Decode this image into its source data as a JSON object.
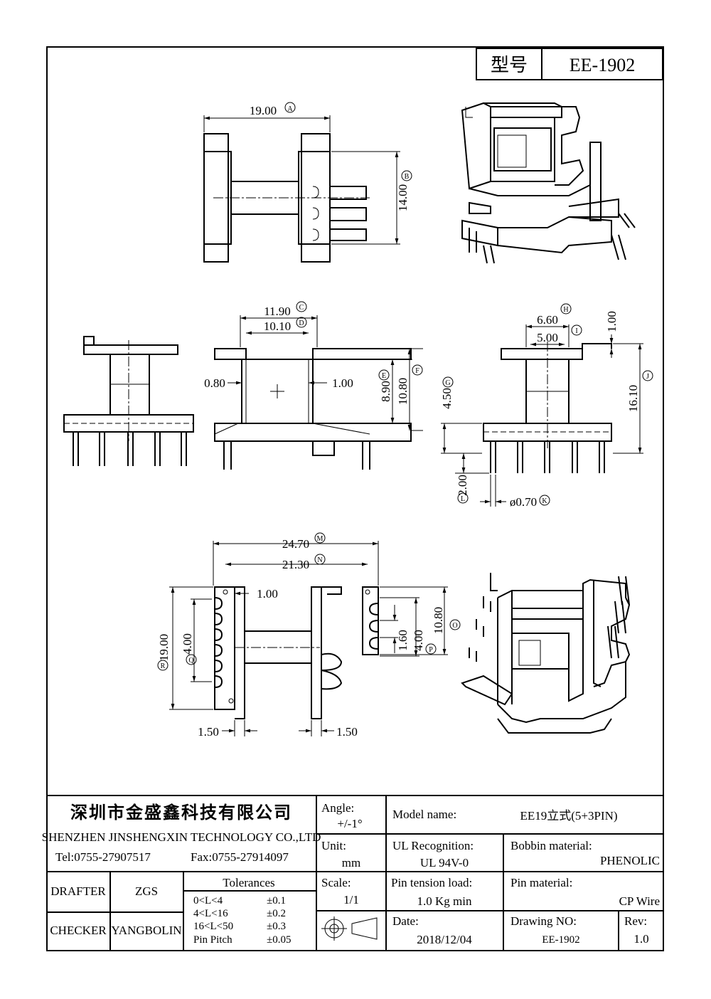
{
  "header": {
    "model_label": "型号",
    "model_value": "EE-1902"
  },
  "dimensions": {
    "A": {
      "value": "19.00",
      "letter": "A"
    },
    "B": {
      "value": "14.00",
      "letter": "B"
    },
    "C": {
      "value": "11.90",
      "letter": "C"
    },
    "D": {
      "value": "10.10",
      "letter": "D"
    },
    "E": {
      "value": "8.90",
      "letter": "E"
    },
    "F": {
      "value": "10.80",
      "letter": "F"
    },
    "G": {
      "value": "4.50",
      "letter": "G"
    },
    "H": {
      "value": "6.60",
      "letter": "H"
    },
    "I": {
      "value": "5.00",
      "letter": "I"
    },
    "J": {
      "value": "16.10",
      "letter": "J"
    },
    "K": {
      "value": "ø0.70",
      "letter": "K"
    },
    "L": {
      "value": "2.00",
      "letter": "L"
    },
    "M": {
      "value": "24.70",
      "letter": "M"
    },
    "N": {
      "value": "21.30",
      "letter": "N"
    },
    "O": {
      "value": "10.80",
      "letter": "O"
    },
    "P": {
      "value": "4.00",
      "letter": "P"
    },
    "Q": {
      "value": "4.00",
      "letter": "Q"
    },
    "R": {
      "value": "19.00",
      "letter": "R"
    },
    "flange_left": "0.80",
    "flange_right": "1.00",
    "top_wall": "1.00",
    "top_wall2": "1.00",
    "pin_slot": "1.60",
    "bottom_left": "1.50",
    "bottom_right": "1.50"
  },
  "title_block": {
    "company_cn": "深圳市金盛鑫科技有限公司",
    "company_en": "SHENZHEN JINSHENGXIN TECHNOLOGY CO.,LTD",
    "tel": "Tel:0755-27907517",
    "fax": "Fax:0755-27914097",
    "drafter_label": "DRAFTER",
    "drafter_value": "ZGS",
    "checker_label": "CHECKER",
    "checker_value": "YANGBOLIN",
    "tolerances_title": "Tolerances",
    "tolerances": [
      {
        "range": "0<L<4",
        "value": "±0.1"
      },
      {
        "range": "4<L<16",
        "value": "±0.2"
      },
      {
        "range": "16<L<50",
        "value": "±0.3"
      },
      {
        "range": "Pin Pitch",
        "value": "±0.05"
      }
    ],
    "angle_label": "Angle:",
    "angle_value": "+/-1°",
    "unit_label": "Unit:",
    "unit_value": "mm",
    "scale_label": "Scale:",
    "scale_value": "1/1",
    "model_name_label": "Model name:",
    "model_name_value": "EE19立式(5+3PIN)",
    "ul_label": "UL Recognition:",
    "ul_value": "UL 94V-0",
    "bobbin_label": "Bobbin material:",
    "bobbin_value": "PHENOLIC",
    "pin_tension_label": "Pin tension load:",
    "pin_tension_value": "1.0 Kg min",
    "pin_material_label": "Pin material:",
    "pin_material_value": "CP Wire",
    "date_label": "Date:",
    "date_value": "2018/12/04",
    "drawing_no_label": "Drawing NO:",
    "drawing_no_value": "EE-1902",
    "rev_label": "Rev:",
    "rev_value": "1.0"
  }
}
